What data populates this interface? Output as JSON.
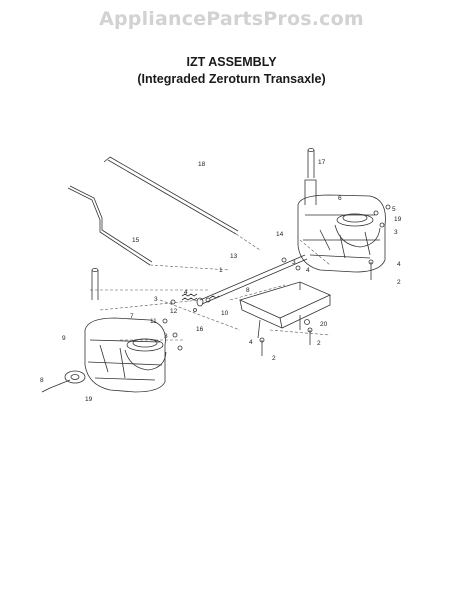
{
  "watermark": "AppliancePartsPros.com",
  "title_line1": "IZT ASSEMBLY",
  "title_line2": "(Integraded Zeroturn Transaxle)",
  "callouts": {
    "c18": "18",
    "c17": "17",
    "c15": "15",
    "c6": "6",
    "c5": "5",
    "c19a": "19",
    "c3a": "3",
    "c14": "14",
    "c13": "13",
    "c1": "1",
    "c3b": "3",
    "c4a": "4",
    "c4b": "4",
    "c2a": "2",
    "c4c": "4",
    "c3c": "3",
    "c12": "12",
    "c8": "8",
    "c10": "10",
    "c7": "7",
    "c11": "11",
    "c16": "16",
    "c20": "20",
    "c9": "9",
    "c3d": "3",
    "c4d": "4",
    "c2b": "2",
    "c2c": "2",
    "c8b": "8",
    "c19b": "19"
  }
}
